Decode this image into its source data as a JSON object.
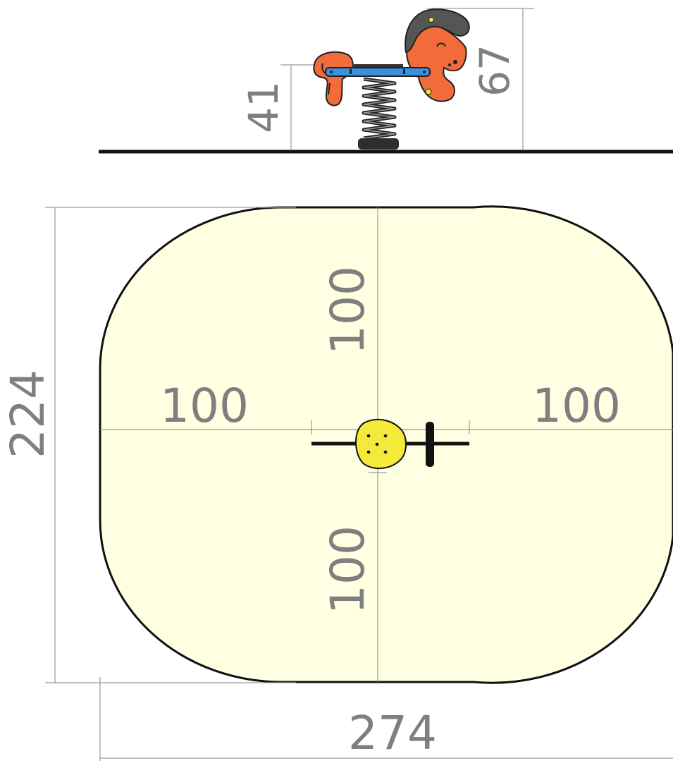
{
  "dimensions": {
    "side_seat_height": "41",
    "side_total_height": "67",
    "plan_depth": "224",
    "plan_width": "274",
    "clearance_left": "100",
    "clearance_right": "100",
    "clearance_top": "100",
    "clearance_bottom": "100"
  },
  "colors": {
    "safety_zone_fill": "#ffffe1",
    "dimension_line": "#9a9a9a",
    "dimension_text": "#7f7f7f",
    "horse_body": "#f26b3a",
    "horse_mane": "#555555",
    "handle_bar": "#3d8fe0",
    "seat_top_view": "#f5e93a",
    "ground": "#111111"
  }
}
